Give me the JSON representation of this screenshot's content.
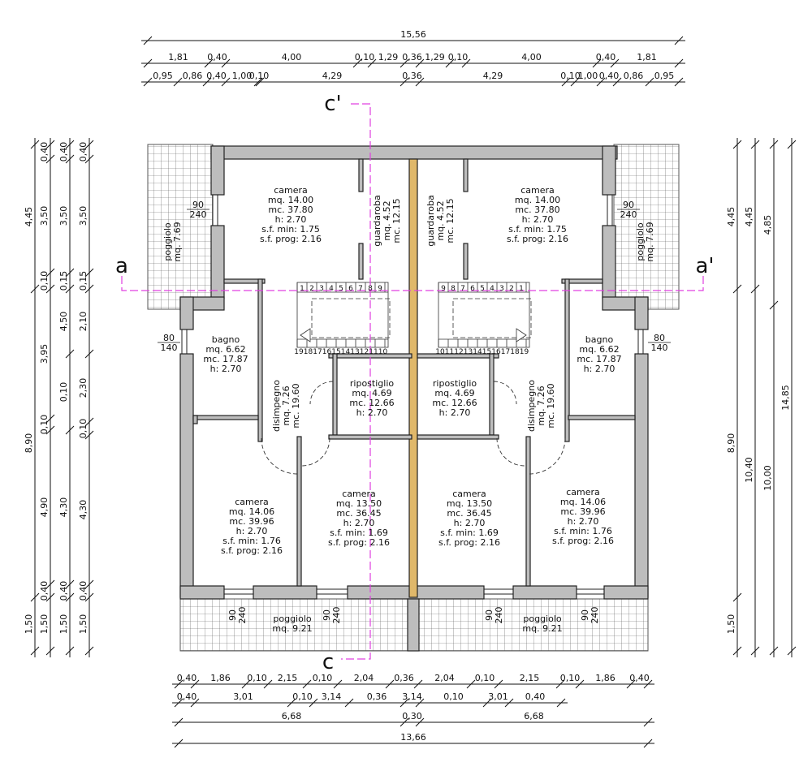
{
  "dims": {
    "top_total": "15,56",
    "top_row1": [
      "1,81",
      "0,40",
      "4,00",
      "0,10",
      "1,29",
      "0,36",
      "1,29",
      "0,10",
      "4,00",
      "0,40",
      "1,81"
    ],
    "top_row2": [
      "0,95",
      "0,86",
      "0,40",
      "1,00",
      "0,10",
      "4,29",
      "0,36",
      "4,29",
      "0,10",
      "1,00",
      "0,40",
      "0,86",
      "0,95"
    ],
    "left_col1": [
      "4,45",
      "8,90",
      "1,50"
    ],
    "left_col2": [
      "0,40",
      "3,50",
      "0,10",
      "3,95",
      "0,10",
      "4,90",
      "0,40",
      "1,50"
    ],
    "left_col3": [
      "0,40",
      "3,50",
      "0,15",
      "4,50",
      "0,10",
      "4,30",
      "0,40",
      "1,50"
    ],
    "left_col4": [
      "0,40",
      "3,50",
      "0,15",
      "2,10",
      "2,30",
      "0,10",
      "4,30",
      "0,40",
      "1,50"
    ],
    "right_col1": [
      "4,45",
      "8,90",
      "1,50"
    ],
    "right_col2": [
      "4,45",
      "10,40"
    ],
    "right_col3": [
      "4,85",
      "10,00"
    ],
    "right_col4": [
      "14,85"
    ],
    "bottom_row1": [
      "0,40",
      "1,86",
      "0,10",
      "2,15",
      "0,10",
      "2,04",
      "0,36",
      "2,04",
      "0,10",
      "2,15",
      "0,10",
      "1,86",
      "0,40"
    ],
    "bottom_row2": [
      "0,40",
      "3,01",
      "0,10",
      "3,14",
      "0,36",
      "3,14",
      "0,10",
      "3,01",
      "0,40"
    ],
    "bottom_row3": [
      "6,68",
      "0,30",
      "6,68"
    ],
    "bottom_total": "13,66"
  },
  "sections": {
    "a": "a",
    "a_prime": "a'",
    "c": "c",
    "c_prime": "c'"
  },
  "rooms": {
    "camera_tl": [
      "camera",
      "mq. 14.00",
      "mc. 37.80",
      "h: 2.70",
      "s.f. min: 1.75",
      "s.f. prog: 2.16"
    ],
    "camera_tr": [
      "camera",
      "mq. 14.00",
      "mc. 37.80",
      "h: 2.70",
      "s.f. min: 1.75",
      "s.f. prog: 2.16"
    ],
    "guardaroba_l": [
      "guardaroba",
      "mq. 4.52",
      "mc. 12.15"
    ],
    "guardaroba_r": [
      "guardaroba",
      "mq. 4.52",
      "mc. 12.15"
    ],
    "poggiolo_tl": [
      "poggiolo",
      "mq. 7.69"
    ],
    "poggiolo_tr": [
      "poggiolo",
      "mq. 7.69"
    ],
    "bagno_l": [
      "bagno",
      "mq. 6.62",
      "mc. 17.87",
      "h: 2.70"
    ],
    "bagno_r": [
      "bagno",
      "mq. 6.62",
      "mc. 17.87",
      "h: 2.70"
    ],
    "disimpegno_l": [
      "disimpegno",
      "mq. 7.26",
      "mc. 19.60"
    ],
    "disimpegno_r": [
      "disimpegno",
      "mq. 7.26",
      "mc. 19.60"
    ],
    "ripostiglio_l": [
      "ripostiglio",
      "mq. 4.69",
      "mc. 12.66",
      "h: 2.70"
    ],
    "ripostiglio_r": [
      "ripostiglio",
      "mq. 4.69",
      "mc. 12.66",
      "h: 2.70"
    ],
    "camera_bl1": [
      "camera",
      "mq. 14.06",
      "mc. 39.96",
      "h: 2.70",
      "s.f. min: 1.76",
      "s.f. prog: 2.16"
    ],
    "camera_bl2": [
      "camera",
      "mq. 13.50",
      "mc. 36.45",
      "h: 2.70",
      "s.f. min: 1.69",
      "s.f. prog: 2.16"
    ],
    "camera_br2": [
      "camera",
      "mq. 13.50",
      "mc. 36.45",
      "h: 2.70",
      "s.f. min: 1.69",
      "s.f. prog: 2.16"
    ],
    "camera_br1": [
      "camera",
      "mq. 14.06",
      "mc. 39.96",
      "h: 2.70",
      "s.f. min: 1.76",
      "s.f. prog: 2.16"
    ],
    "poggiolo_bl": [
      "poggiolo",
      "mq. 9.21"
    ],
    "poggiolo_br": [
      "poggiolo",
      "mq. 9.21"
    ]
  },
  "openings": {
    "tl": [
      "90",
      "240"
    ],
    "tr": [
      "90",
      "240"
    ],
    "ml": [
      "80",
      "140"
    ],
    "mr": [
      "80",
      "140"
    ],
    "b1": [
      "90",
      "240"
    ],
    "b2": [
      "90",
      "240"
    ],
    "b3": [
      "90",
      "240"
    ],
    "b4": [
      "90",
      "240"
    ]
  },
  "stairs": {
    "left_top": [
      "1",
      "2",
      "3",
      "4",
      "5",
      "6",
      "7",
      "8",
      "9"
    ],
    "left_bottom": [
      "19",
      "18",
      "17",
      "16",
      "15",
      "14",
      "13",
      "12",
      "11",
      "10"
    ],
    "right_top": [
      "9",
      "8",
      "7",
      "6",
      "5",
      "4",
      "3",
      "2",
      "1"
    ],
    "right_bottom": [
      "10",
      "11",
      "12",
      "13",
      "14",
      "15",
      "16",
      "17",
      "18",
      "19"
    ]
  }
}
